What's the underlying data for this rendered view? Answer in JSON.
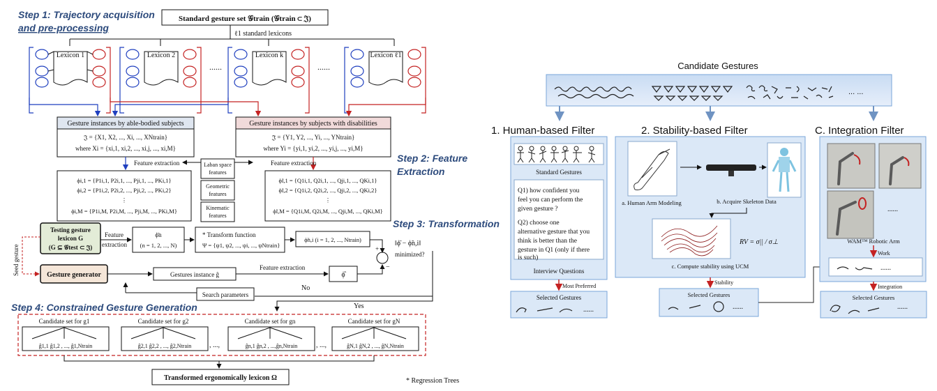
{
  "left": {
    "step1": "Step 1: Trajectory acquisition",
    "step1b": "and pre-processing",
    "step2": "Step 2: Feature",
    "step2b": "Extraction",
    "step3": "Step 3: Transformation",
    "step4": "Step 4: Constrained Gesture Generation",
    "standard_set": "Standard gesture set 𝒢train (𝒢train ⊂ 𝔍)",
    "standard_lex": "ℓ1 standard lexicons",
    "lexicons": [
      "Lexicon 1",
      "Lexicon 2",
      "Lexicon k",
      "Lexicon ℓ1"
    ],
    "dots": "......",
    "able": "Gesture instances by able-bodied subjects",
    "able_eq1": "𝔍 = {X1, X2, ..., Xi, ..., XNtrain}",
    "able_eq2": "where Xi = {xi,1, xi,2, ..., xi,j, ..., xi,M}",
    "dis": "Gesture instances by subjects with disabilities",
    "dis_eq1": "𝔍̃ = {Y1, Y2, ..., Yi, ..., YNtrain}",
    "dis_eq2": "where Yi = {yi,1, yi,2, ..., yi,j, ..., yi,M}",
    "feat_extraction": "Feature extraction",
    "feat_lab": [
      "Laban space",
      "features"
    ],
    "feat_geo": [
      "Geometric",
      "features"
    ],
    "feat_kin": [
      "Kinematic",
      "features"
    ],
    "phi_l": [
      "ϕi,1 = {P1i,1, P2i,1, ..., Pji,1, ..., PKi,1}",
      "ϕi,2 = {P1i,2, P2i,2, ..., Pji,2, ..., PKi,2}",
      "⋮",
      "ϕi,M = {P1i,M, P2i,M, ..., Pji,M, ..., PKi,M}"
    ],
    "phi_r": [
      "ϕ̃i,1 = {Q1i,1, Q2i,1, ..., Qji,1, ..., QKi,1}",
      "ϕ̃i,2 = {Q1i,2, Q2i,2, ..., Qji,2, ..., QKi,2}",
      "⋮",
      "ϕ̃i,M = {Q1i,M, Q2i,M, ..., Qji,M, ..., QKi,M}"
    ],
    "testing": [
      "Testing gesture",
      "lexicon G",
      "(G ⊆ 𝒢test ⊂ 𝔍)"
    ],
    "feature_extraction2": [
      "Feature",
      "extraction"
    ],
    "phi_n": "ϕ̄n",
    "n_range": "(n = 1, 2, ..., N)",
    "transform": [
      "*   Transform function",
      "Ψ = {ψ1, ψ2, ..., ψi, ..., ψNtrain}"
    ],
    "phi_tilde": "ϕ̃n,i (i = 1, 2, ..., Ntrain)",
    "minimized": [
      "‖ϕ̄ − ϕ̃n,i‖",
      "minimized?"
    ],
    "seed": "Seed gesture",
    "generator": "Gesture generator",
    "instance": "Gestures instance ĝ",
    "feature_extraction3": "Feature   extraction",
    "phi_hat": "ϕ̂",
    "no": "No",
    "yes": "Yes",
    "search": "Search parameters",
    "candidates": [
      "Candidate set for g1",
      "Candidate set for g2",
      "Candidate set for gn",
      "Candidate set for gN"
    ],
    "cand_items": [
      "ĝ1,1     ĝ1,2  , ...,  ĝ1,Ntrain",
      "ĝ2,1     ĝ2,2  , ...,  ĝ2,Ntrain",
      "ĝn,1     ĝn,2  , ...,ĝn,Ntrain",
      "ĝN,1     ĝN,2  , ...,  ĝN,Ntrain"
    ],
    "sep": ", ...,",
    "transformed": "Transformed ergonomically lexicon Ω",
    "regression": "* Regression Trees",
    "plus": "+",
    "minus": "−"
  },
  "right": {
    "candidate_title": "Candidate Gestures",
    "candidate_dots": "... ...",
    "h1": "1. Human-based Filter",
    "h2": "2. Stability-based Filter",
    "h3": "C. Integration Filter",
    "std_gestures": "Standard Gestures",
    "q1": [
      "Q1) how confident you",
      "feel you can perform the",
      "given gesture ?"
    ],
    "q2": [
      "Q2)      choose      one",
      "alternative gesture that you",
      "think is better than the",
      "gesture in Q1 (only if there",
      "is such)"
    ],
    "interview": "Interview Questions",
    "most_pref": "Most Preferred",
    "selected": "Selected Gestures",
    "sel_dots": "......",
    "arm_model": "a. Human Arm Modeling",
    "skeleton": "b. Acquire Skeleton Data",
    "ucm": "c. Compute stability using UCM",
    "rv": "RV = σ|| / σ⊥",
    "stability": "Stability",
    "wam": "WAM™ Robotic Arm",
    "work": "Work",
    "integration": "Integration",
    "photo_dots": "......",
    "work_dots": "......"
  }
}
